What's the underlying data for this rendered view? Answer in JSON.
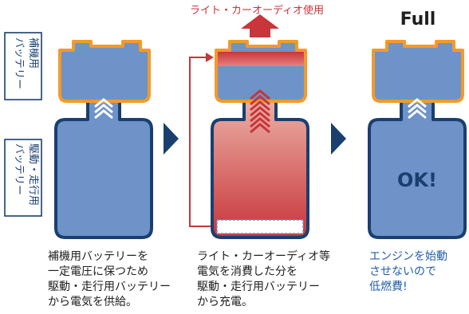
{
  "side_labels": {
    "aux": [
      "補機用",
      "バッテリー"
    ],
    "drive": [
      "駆動・走行用",
      "バッテリー"
    ]
  },
  "top_label": "ライト・カーオーディオ使用",
  "full_label": "Full",
  "ok_label": "OK!",
  "captions": {
    "stage1": [
      "補機用バッテリーを",
      "一定電圧に保つため",
      "駆動・走行用バッテリー",
      "から電気を供給。"
    ],
    "stage2": [
      "ライト・カーオーディオ等",
      "電気を消費した分を",
      "駆動・走行用バッテリー",
      "から充電。"
    ],
    "stage3": [
      "エンジンを始動",
      "させないので",
      "低燃費!"
    ]
  },
  "colors": {
    "orange": "#f39a2b",
    "navy": "#1a3f6f",
    "battery_blue": "#6d93c8",
    "red": "#c8353a",
    "pink": "#ebb1a7",
    "caption_blue": "#1f5da8"
  }
}
